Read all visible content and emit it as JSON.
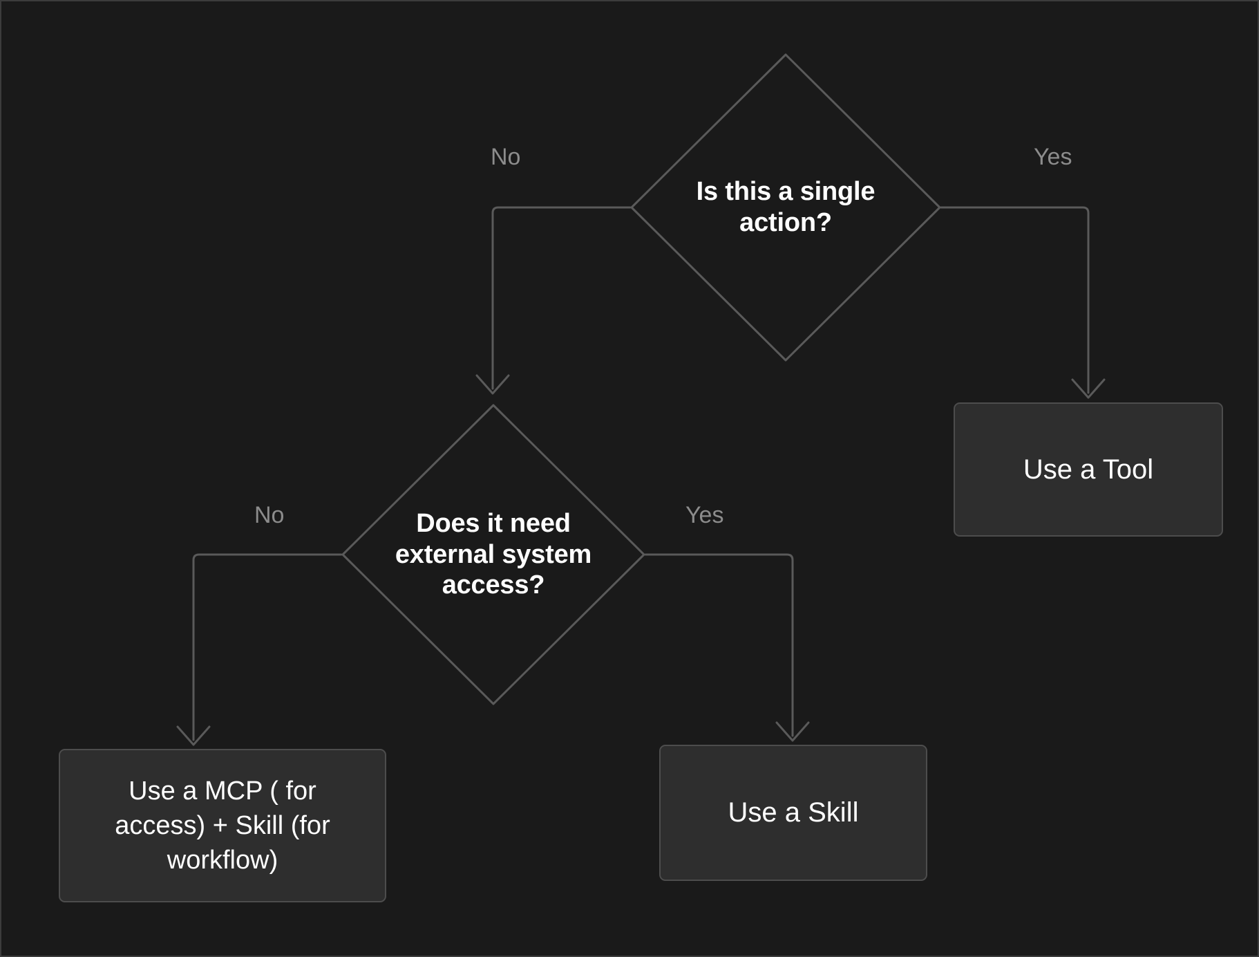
{
  "diagram": {
    "title": "Tool vs Skill vs MCP decision flowchart",
    "background_color": "#1a1a1a",
    "border_color": "#3c3c3c",
    "edge_color": "#5a5a5a",
    "node_fill_color": "#2e2e2e",
    "node_border_color": "#4d4d4d",
    "node_text_color": "#ffffff",
    "edge_label_color": "#8c8c8c"
  },
  "decisions": [
    {
      "id": "single-action",
      "text": "Is this a single\naction?",
      "font_size": 38
    },
    {
      "id": "external-access",
      "text": "Does it need\nexternal system\naccess?",
      "font_size": 38
    }
  ],
  "outcomes": [
    {
      "id": "use-a-tool",
      "text": "Use a Tool",
      "font_size": 40
    },
    {
      "id": "use-a-mcp-plus-skill",
      "text": "Use a MCP ( for\naccess) + Skill (for\nworkflow)",
      "font_size": 38
    },
    {
      "id": "use-a-skill",
      "text": "Use a Skill",
      "font_size": 40
    }
  ],
  "edge_labels": [
    {
      "id": "single-action-no",
      "text": "No"
    },
    {
      "id": "single-action-yes",
      "text": "Yes"
    },
    {
      "id": "external-access-no",
      "text": "No"
    },
    {
      "id": "external-access-yes",
      "text": "Yes"
    }
  ],
  "flow": {
    "edges": [
      {
        "from": "single-action",
        "to": "external-access",
        "label": "No"
      },
      {
        "from": "single-action",
        "to": "use-a-tool",
        "label": "Yes"
      },
      {
        "from": "external-access",
        "to": "use-a-mcp-plus-skill",
        "label": "No"
      },
      {
        "from": "external-access",
        "to": "use-a-skill",
        "label": "Yes"
      }
    ]
  }
}
